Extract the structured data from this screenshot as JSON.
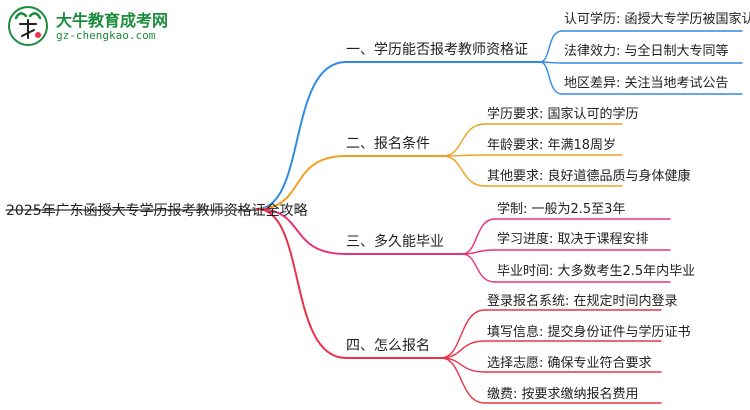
{
  "logo": {
    "title": "大牛教育成考网",
    "url": "gz-chengkao.com",
    "icon": "bull-logo-icon"
  },
  "root": "2025年广东函授大专学历报考教师资格证全攻略",
  "branches": [
    {
      "label": "一、学历能否报考教师资格证",
      "color": "#2f8be6",
      "leaves": [
        "认可学历: 函授大专学历被国家认可",
        "法律效力: 与全日制大专同等",
        "地区差异: 关注当地考试公告"
      ]
    },
    {
      "label": "二、报名条件",
      "color": "#f0a01e",
      "leaves": [
        "学历要求: 国家认可的学历",
        "年龄要求: 年满18周岁",
        "其他要求: 良好道德品质与身体健康"
      ]
    },
    {
      "label": "三、多久能毕业",
      "color": "#e8337a",
      "leaves": [
        "学制: 一般为2.5至3年",
        "学习进度: 取决于课程安排",
        "毕业时间: 大多数考生2.5年内毕业"
      ]
    },
    {
      "label": "四、怎么报名",
      "color": "#e8334a",
      "leaves": [
        "登录报名系统: 在规定时间内登录",
        "填写信息: 提交身份证件与学历证书",
        "选择志愿: 确保专业符合要求",
        "缴费: 按要求缴纳报名费用"
      ]
    }
  ]
}
